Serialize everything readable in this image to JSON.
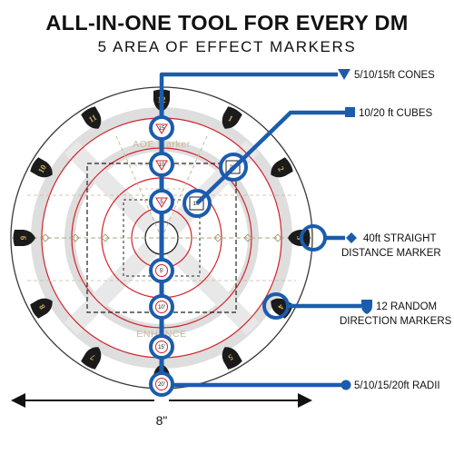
{
  "title": "ALL-IN-ONE TOOL FOR EVERY DM",
  "subtitle": "5 AREA OF EFFECT MARKERS",
  "callouts": {
    "cones": "5/10/15ft CONES",
    "cubes": "10/20 ft CUBES",
    "straight_line1": "40ft STRAIGHT",
    "straight_line2": "DISTANCE MARKER",
    "random_line1": "12 RANDOM",
    "random_line2": "DIRECTION MARKERS",
    "radii": "5/10/15/20ft RADII"
  },
  "mat_text": {
    "top": "AOE Marker",
    "bottom": "ENHANCE"
  },
  "dimension": "8\"",
  "marker_labels": {
    "radius_5": "5'",
    "radius_10": "10'",
    "radius_15": "15'",
    "radius_20": "20'",
    "cube_10": "10'",
    "cube_20": "20'",
    "cone_5": "5",
    "cone_10": "10",
    "cone_15": "15"
  },
  "direction_numbers": [
    "12",
    "1",
    "2",
    "3",
    "4",
    "5",
    "6",
    "7",
    "8",
    "9",
    "10",
    "11"
  ],
  "colors": {
    "blue": "#1b5cad",
    "ring_red": "#d2232a",
    "shield_black": "#1b1b1b",
    "shield_text": "#cfae5d",
    "faint_gray": "#dedede"
  }
}
